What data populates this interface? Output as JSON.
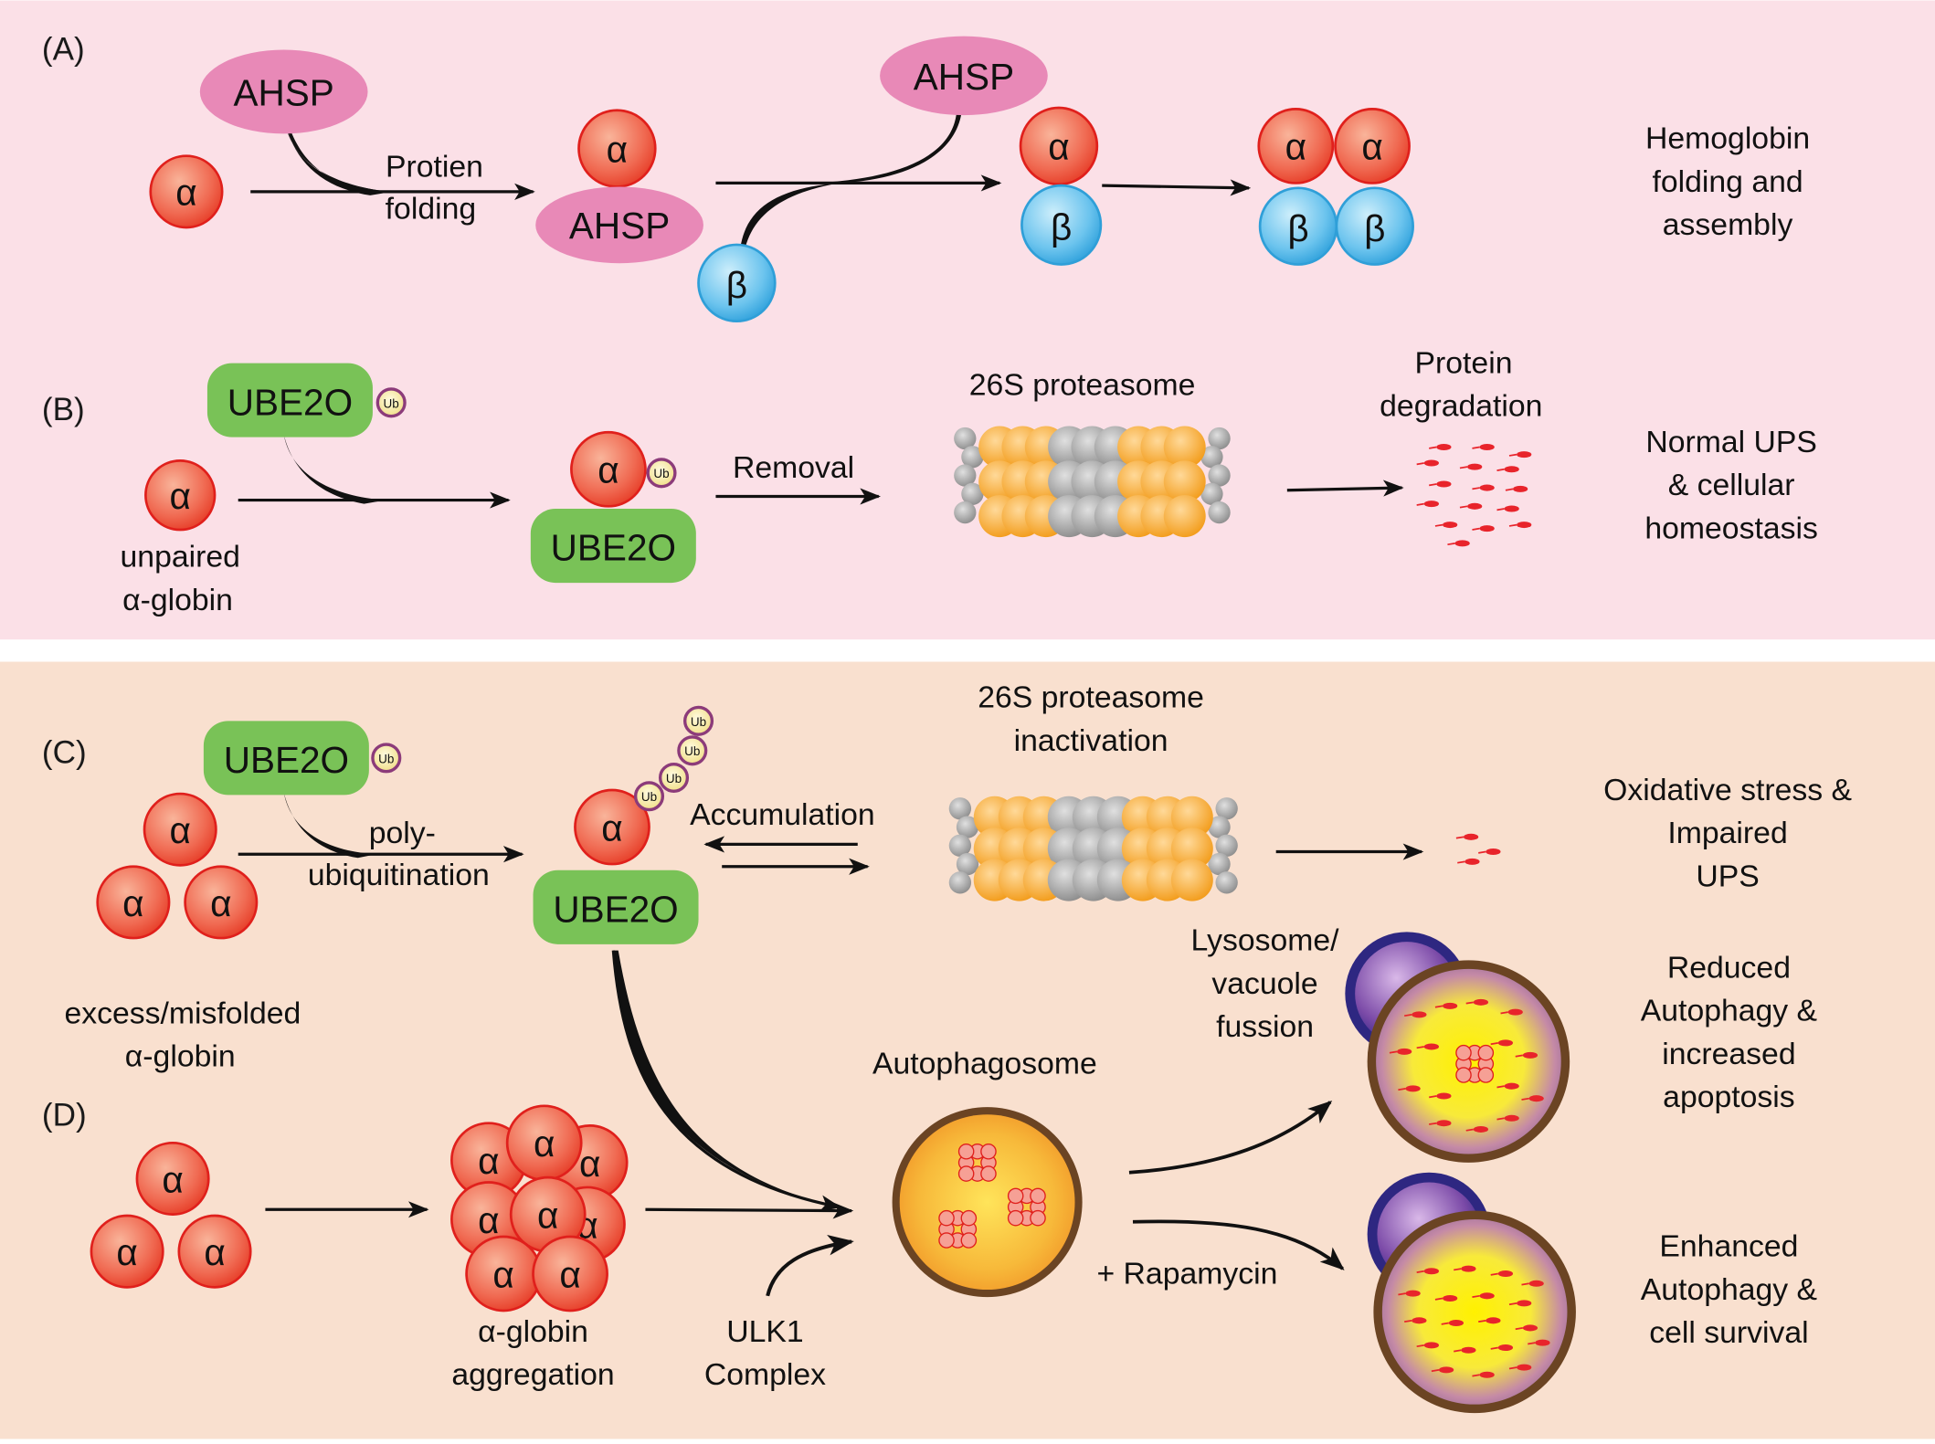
{
  "colors": {
    "top_bg": "#fbe0e7",
    "bottom_bg": "#f9e0cf",
    "alpha_fill": "#f06a52",
    "alpha_stroke": "#e0201c",
    "beta_fill": "#67c1ec",
    "beta_stroke": "#2f9fd8",
    "ahsp_fill": "#e889b7",
    "ube2o_fill": "#79c257",
    "ub_fill": "#f6e9a7",
    "ub_stroke": "#8c3b7a",
    "proteasome_orange": "#f6a623",
    "proteasome_grey": "#9e9e9e",
    "fragment_red": "#e8242b",
    "lysosome_purple": "#3d2b8c",
    "autophagosome_brown": "#6b4423",
    "autophagosome_yellow": "#fff000"
  },
  "icons": {
    "alpha_subunit": "alpha-globin-sphere",
    "beta_subunit": "beta-globin-sphere",
    "ubiquitin": "ubiquitin-tag",
    "proteasome": "proteasome-barrel",
    "autophagosome": "autophagosome-vesicle",
    "lysosome": "lysosome-vesicle"
  },
  "panels": {
    "A": {
      "label": "(A)",
      "ahsp_top": "AHSP",
      "ahsp_bound": "AHSP",
      "ahsp_release": "AHSP",
      "alpha": "α",
      "beta": "β",
      "step1_line1": "Protien",
      "step1_line2": "folding",
      "outcome_line1": "Hemoglobin",
      "outcome_line2": "folding and",
      "outcome_line3": "assembly"
    },
    "B": {
      "label": "(B)",
      "ube2o": "UBE2O",
      "ub": "Ub",
      "alpha": "α",
      "unpaired_line1": "unpaired",
      "unpaired_line2": "α-globin",
      "removal": "Removal",
      "proteasome": "26S proteasome",
      "degradation_line1": "Protein",
      "degradation_line2": "degradation",
      "outcome_line1": "Normal UPS",
      "outcome_line2": "& cellular",
      "outcome_line3": "homeostasis"
    },
    "C": {
      "label": "(C)",
      "ube2o": "UBE2O",
      "ub": "Ub",
      "alpha": "α",
      "step_line1": "poly-",
      "step_line2": "ubiquitination",
      "accumulation": "Accumulation",
      "proteasome_line1": "26S proteasome",
      "proteasome_line2": "inactivation",
      "excess_line1": "excess/misfolded",
      "excess_line2": "α-globin",
      "outcome_line1": "Oxidative stress &",
      "outcome_line2": "Impaired",
      "outcome_line3": "UPS"
    },
    "D": {
      "label": "(D)",
      "alpha": "α",
      "aggregation_line1": "α-globin",
      "aggregation_line2": "aggregation",
      "ulk1_line1": "ULK1",
      "ulk1_line2": "Complex",
      "autophagosome": "Autophagosome",
      "lysosome_line1": "Lysosome/",
      "lysosome_line2": "vacuole",
      "lysosome_line3": "fussion",
      "rapamycin": "+ Rapamycin",
      "reduced_line1": "Reduced",
      "reduced_line2": "Autophagy &",
      "reduced_line3": "increased",
      "reduced_line4": "apoptosis",
      "enhanced_line1": "Enhanced",
      "enhanced_line2": "Autophagy &",
      "enhanced_line3": "cell survival"
    }
  }
}
